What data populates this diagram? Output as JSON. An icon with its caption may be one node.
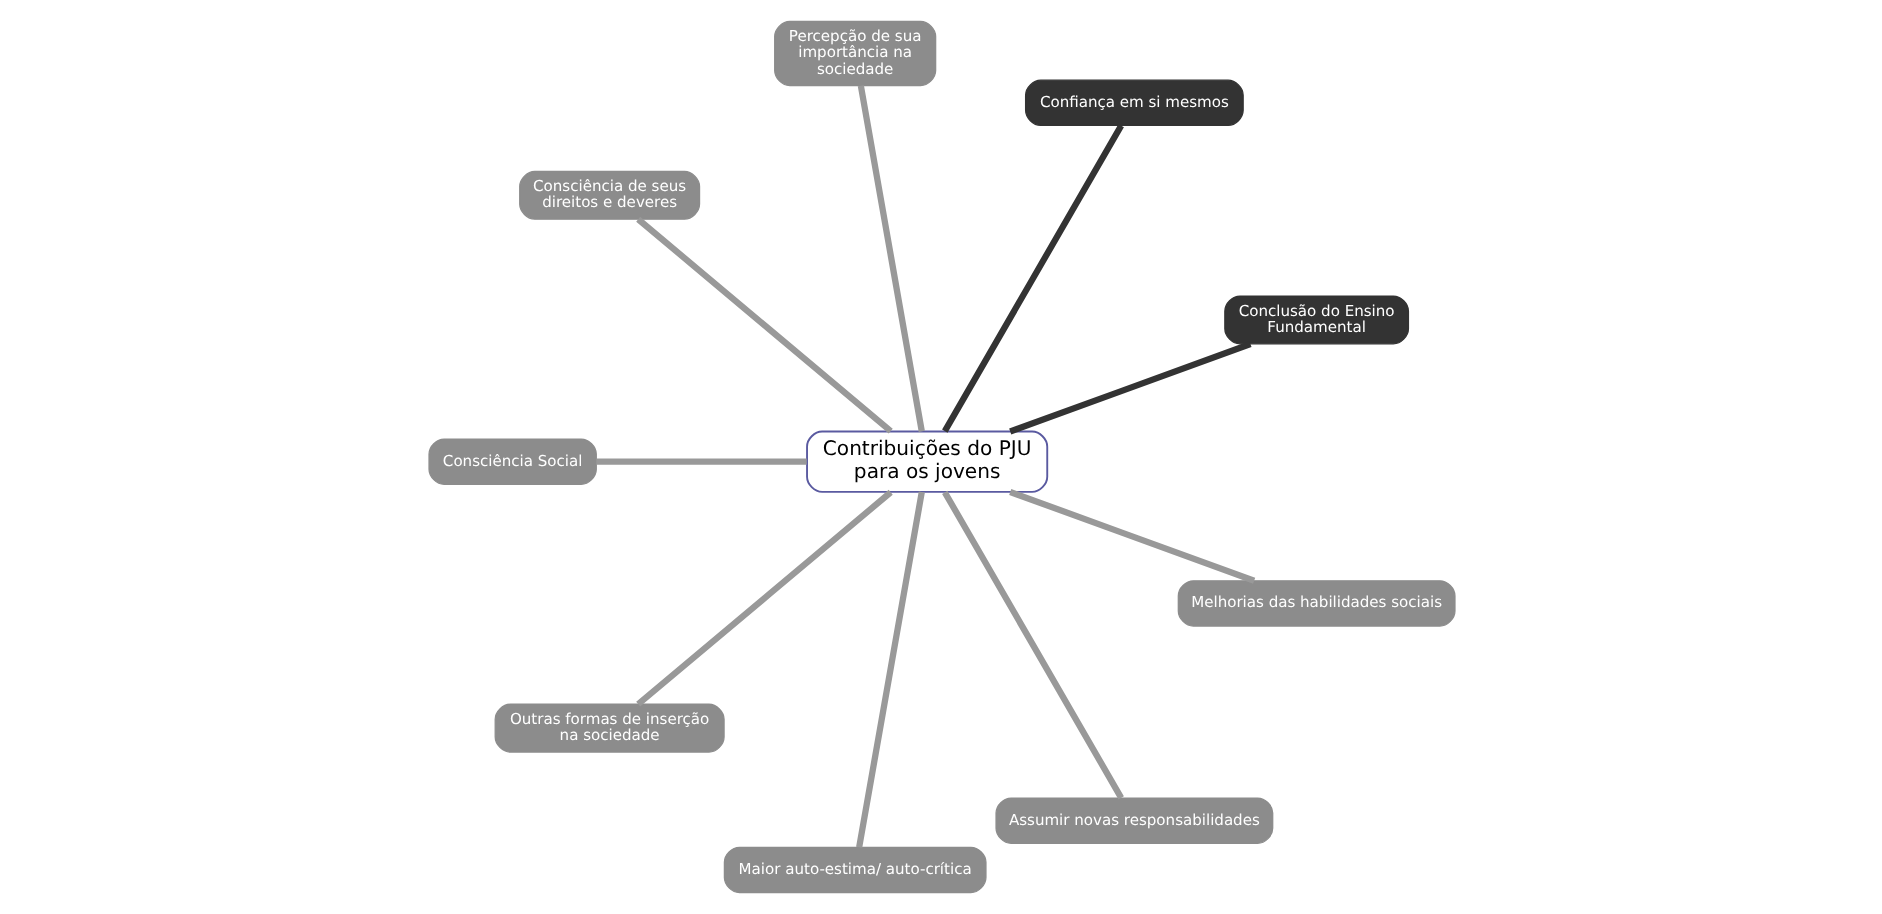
{
  "diagram": {
    "nodes": [
      {
        "text": [
          "Contribuições do PJU para os jovens"
        ]
      },
      {
        "text": [
          "Conclusão do Ensino Fundamental"
        ]
      },
      {
        "text": [
          "Confiança em si mesmos"
        ]
      },
      {
        "text": [
          "Percepção de sua importância na sociedade"
        ]
      },
      {
        "text": [
          "Consciência de seus direitos e deveres"
        ]
      },
      {
        "text": [
          "Consciência Social"
        ]
      },
      {
        "text": [
          "Outras formas de inserção na sociedade"
        ]
      },
      {
        "text": [
          "Maior auto-estima/ auto-crítica"
        ]
      },
      {
        "text": [
          "Assumir novas responsabilidades"
        ]
      },
      {
        "text": [
          "Melhorias das habilidades sociais"
        ]
      }
    ],
    "edges": [
      {
        "from": 0,
        "to": 1,
        "arrow": "none",
        "color": "#333333"
      },
      {
        "from": 0,
        "to": 2,
        "arrow": "none",
        "color": "#333333"
      },
      {
        "from": 0,
        "to": 3,
        "arrow": "none"
      },
      {
        "from": 0,
        "to": 4,
        "arrow": "none"
      },
      {
        "from": 0,
        "to": 5,
        "arrow": "none"
      },
      {
        "from": 0,
        "to": 6,
        "arrow": "none"
      },
      {
        "from": 0,
        "to": 7,
        "arrow": "none"
      },
      {
        "from": 0,
        "to": 8,
        "arrow": "none"
      },
      {
        "from": 0,
        "to": 9,
        "arrow": "none"
      }
    ]
  }
}
